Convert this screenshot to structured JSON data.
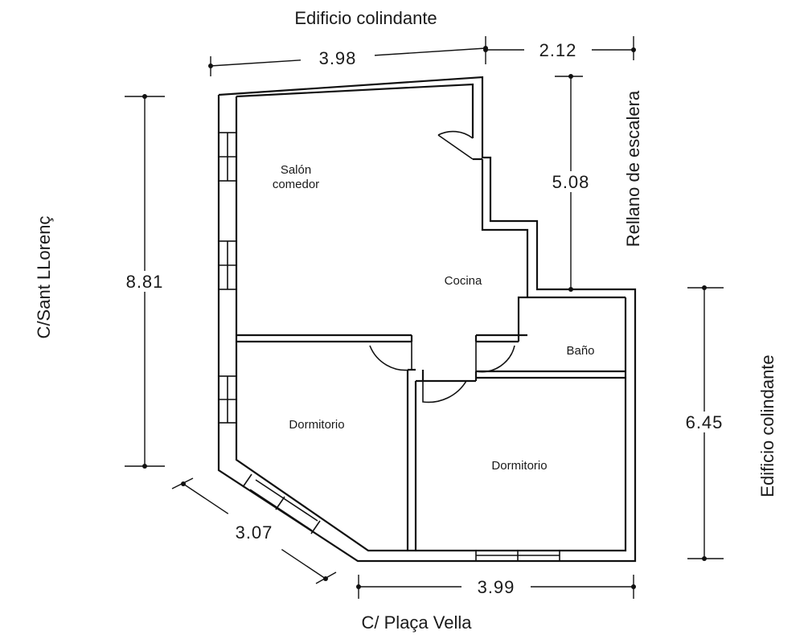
{
  "labels": {
    "top_neighbor": "Edificio colindante",
    "right_neighbor": "Edificio colindante",
    "left_street": "C/Sant LLorenç",
    "bottom_street": "C/ Plaça Vella",
    "stair_landing": "Rellano de escalera"
  },
  "rooms": {
    "living_line1": "Salón",
    "living_line2": "comedor",
    "kitchen": "Cocina",
    "bath": "Baño",
    "bedroom_left": "Dormitorio",
    "bedroom_right": "Dormitorio"
  },
  "dimensions": {
    "top_width": "3.98",
    "top_right_width": "2.12",
    "right_upper_height": "5.08",
    "left_height": "8.81",
    "right_lower_height": "6.45",
    "diagonal_length": "3.07",
    "bottom_width": "3.99"
  }
}
